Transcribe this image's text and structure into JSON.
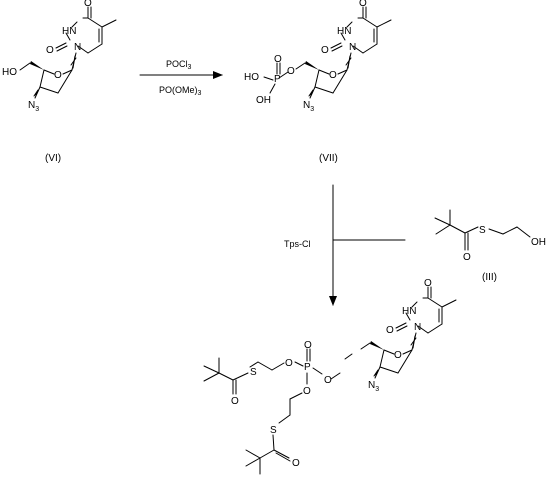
{
  "compound_labels": {
    "vi": "(VI)",
    "vii": "(VII)",
    "iii": "(III)"
  },
  "reagents": {
    "step1_above": "POCl",
    "step1_above_sub": "3",
    "step1_below": "PO(OMe)",
    "step1_below_sub": "3",
    "step2": "Tps-Cl"
  },
  "atoms": {
    "O": "O",
    "N": "N",
    "HN": "HN",
    "HO": "HO",
    "OH": "OH",
    "P": "P",
    "S": "S",
    "N3_main": "N",
    "N3_sub": "3"
  },
  "colors": {
    "ink": "#000000",
    "background": "#ffffff"
  }
}
